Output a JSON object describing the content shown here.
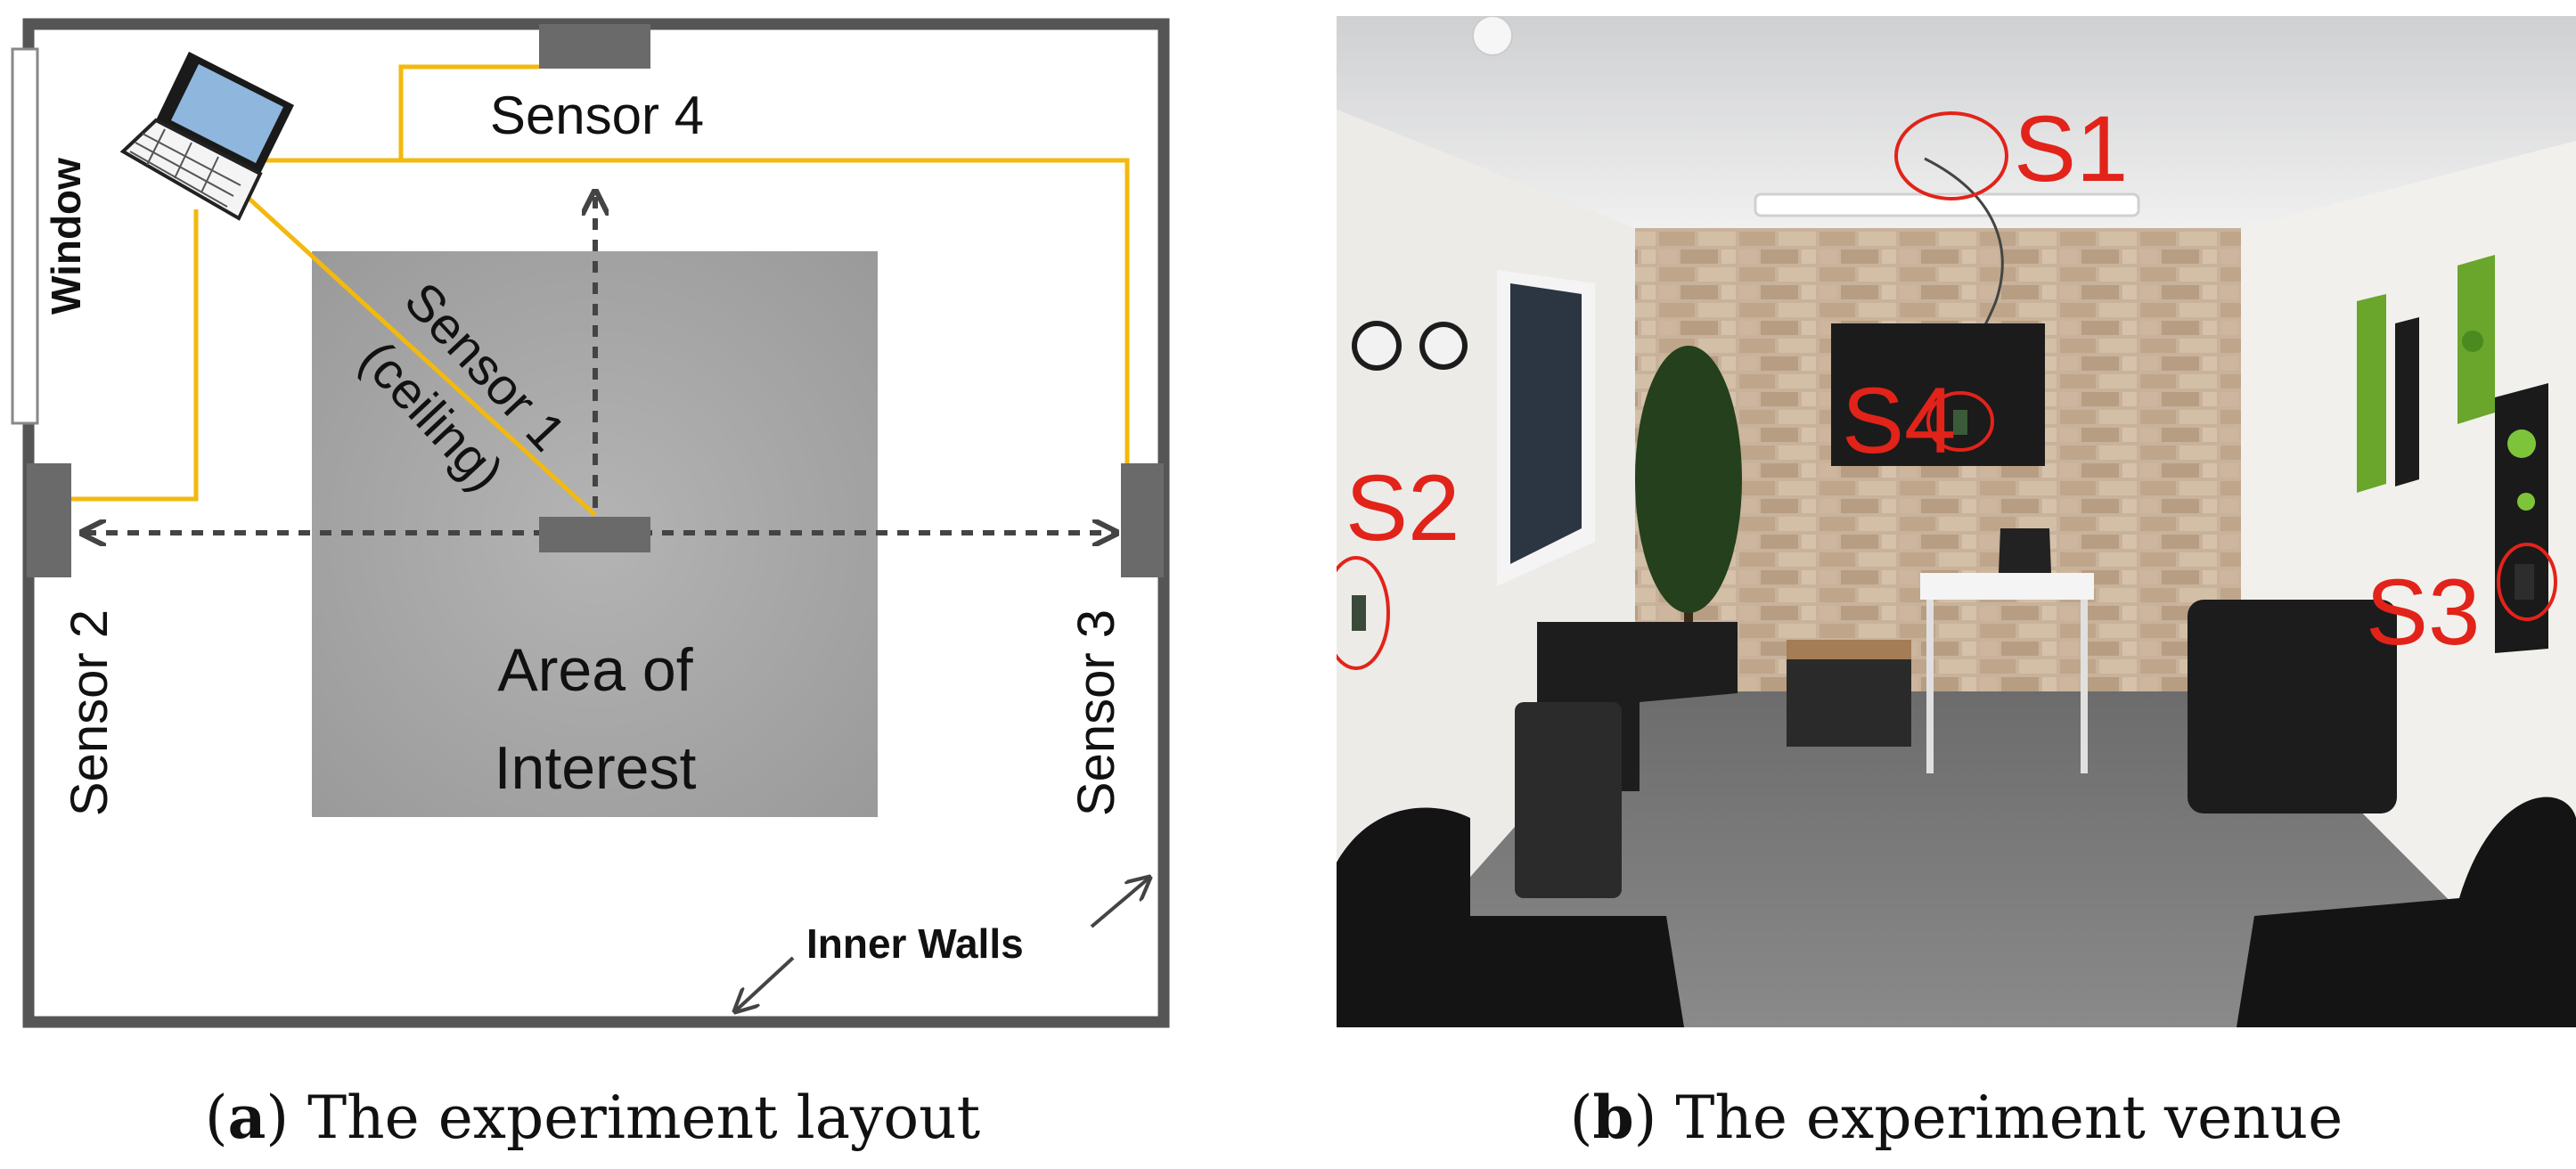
{
  "layout_panel": {
    "sensor_labels": {
      "s1_line1": "Sensor 1",
      "s1_line2": "(ceiling)",
      "s2": "Sensor 2",
      "s3": "Sensor 3",
      "s4": "Sensor 4"
    },
    "area_line1": "Area of",
    "area_line2": "Interest",
    "window_label": "Window",
    "inner_walls_label": "Inner Walls",
    "colors": {
      "wall": "#555555",
      "cable": "#f2b90f",
      "area": "#9c9c9c",
      "sensor": "#6a6a6a"
    }
  },
  "venue_panel": {
    "markers": {
      "s1": "S1",
      "s2": "S2",
      "s3": "S3",
      "s4": "S4"
    },
    "colors": {
      "marker": "#e2231a"
    }
  },
  "captions": {
    "a_letter": "a",
    "a_text": " The experiment layout",
    "b_letter": "b",
    "b_text": " The experiment venue"
  }
}
